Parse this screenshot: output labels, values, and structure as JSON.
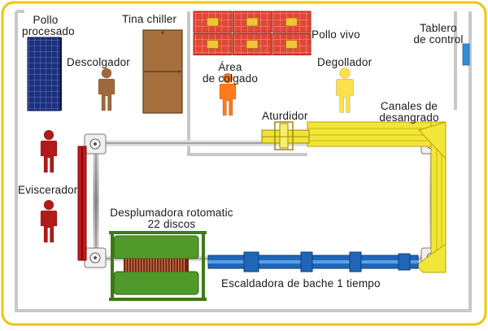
{
  "labels": {
    "pollo_procesado": "Pollo\nprocesado",
    "tina_chiller": "Tina chiller",
    "pollo_vivo": "Pollo vivo",
    "tablero": "Tablero\nde control",
    "descolgador": "Descolgador",
    "area_colgado": "Área\nde colgado",
    "degollador": "Degollador",
    "aturdidor": "Aturdidor",
    "canales": "Canales de\ndesangrado",
    "eviscerador": "Eviscerador",
    "desplumadora": "Desplumadora rotomatic\n22 discos",
    "escaldadora": "Escaldadora de bache 1 tiempo"
  },
  "colors": {
    "frame_border": "#f2c400",
    "wall": "#c8c8c8",
    "conveyor_rail": "#8a8a8a",
    "person_brown": "#a0683a",
    "person_orange": "#ff7a1a",
    "person_yellow": "#ffe04a",
    "person_red": "#b01a1a",
    "crate_red": "#e0463a",
    "crate_yellow": "#f2c23a",
    "solar_blue": "#1b2f7a",
    "chiller_brown": "#a6703e",
    "tablero_blue": "#2f8fd6",
    "plucker_green": "#4f9a2a",
    "scalder_blue": "#1f66b8",
    "bleed_yellow": "#f2e63a",
    "stunner_yellow": "#f0e23a",
    "evisc_red": "#c41a1a"
  }
}
